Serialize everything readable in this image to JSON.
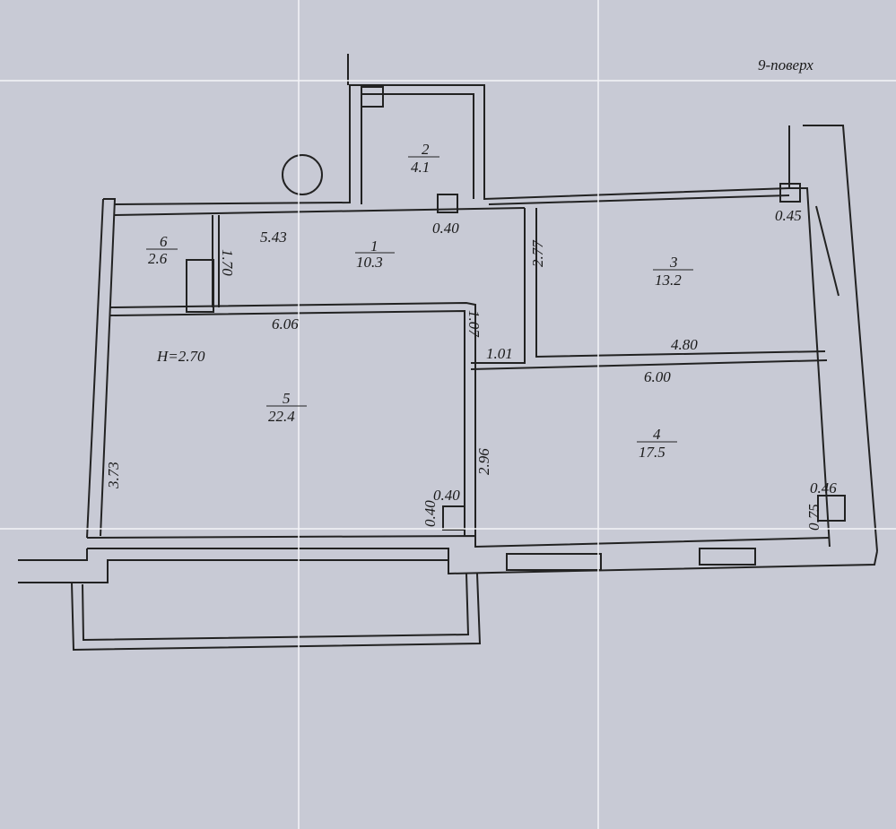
{
  "floor_label": "9-поверх",
  "ceiling_height": "H=2.70",
  "rooms": [
    {
      "number": "1",
      "area": "10.3"
    },
    {
      "number": "2",
      "area": "4.1"
    },
    {
      "number": "3",
      "area": "13.2"
    },
    {
      "number": "4",
      "area": "17.5"
    },
    {
      "number": "5",
      "area": "22.4"
    },
    {
      "number": "6",
      "area": "2.6"
    }
  ],
  "dimensions": {
    "d543": "5.43",
    "d040a": "0.40",
    "d045": "0.45",
    "d170": "1.70",
    "d606": "6.06",
    "d107": "1.07",
    "d277": "2.77",
    "d101": "1.01",
    "d480": "4.80",
    "d600": "6.00",
    "d373": "3.73",
    "d296": "2.96",
    "d040b": "0.40",
    "d040c": "0.40",
    "d046": "0.46",
    "d075": "0.75"
  }
}
